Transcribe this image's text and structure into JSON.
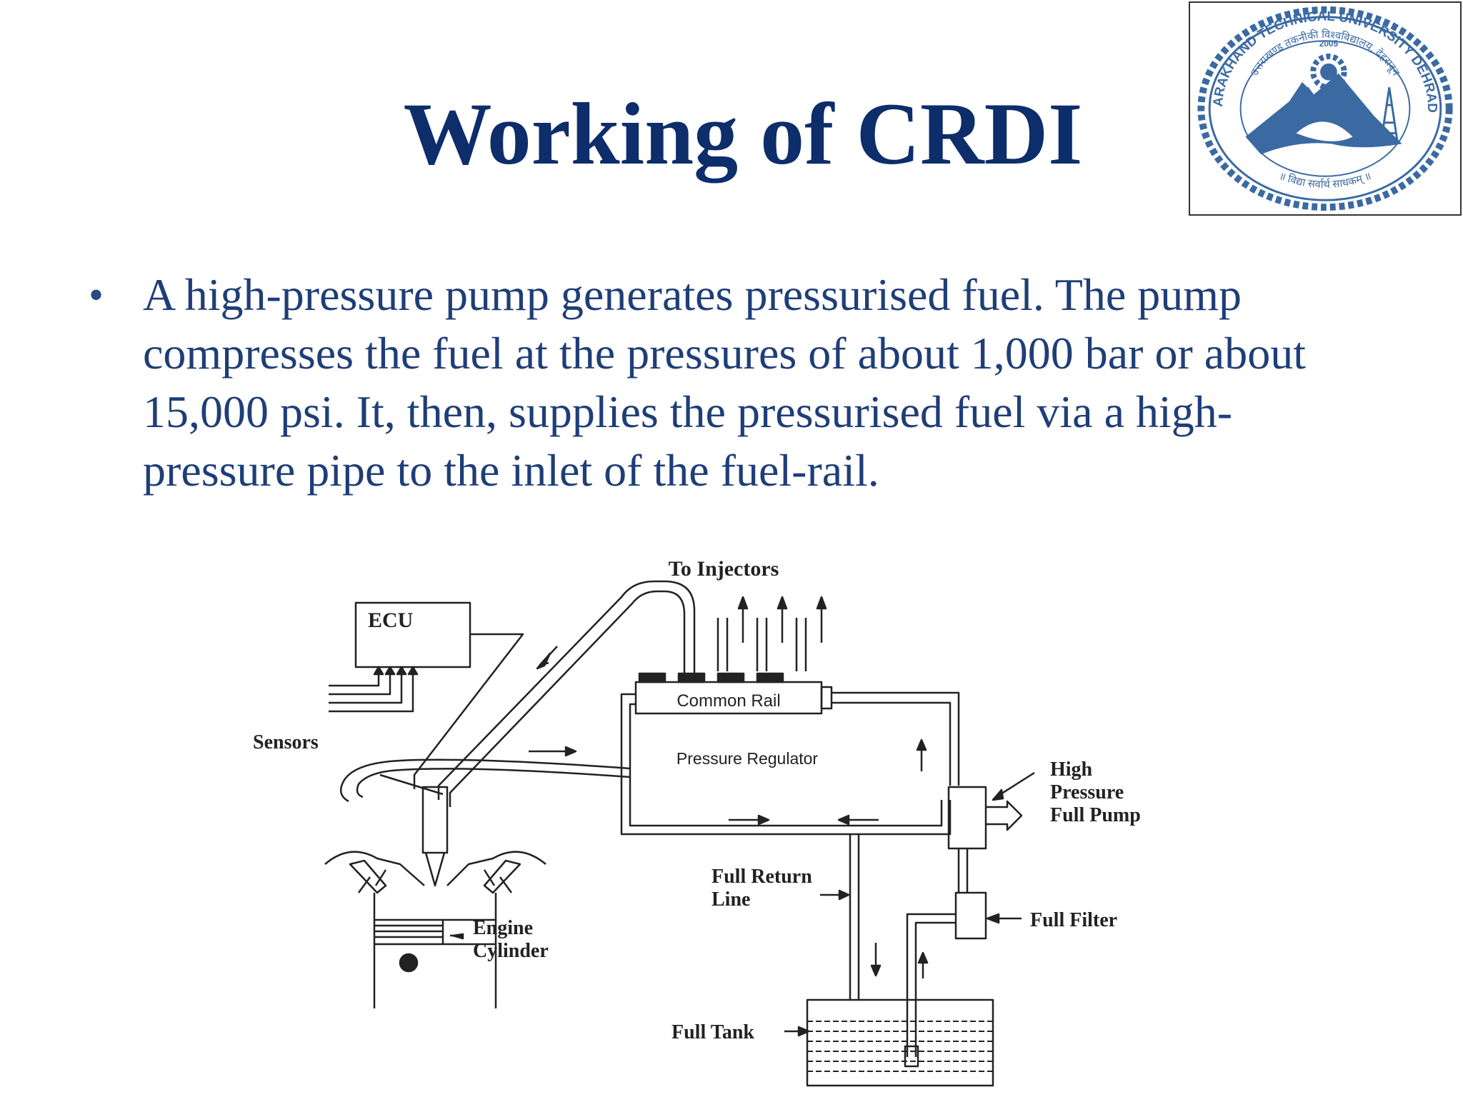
{
  "slide": {
    "title": "Working of CRDI",
    "bullets": [
      "A high-pressure pump generates pressurised fuel. The pump compresses the fuel at the pressures of about 1,000 bar or about 15,000 psi. It, then, supplies the pressurised fuel via a high-pressure pipe to the inlet of the fuel-rail."
    ],
    "bullet_symbol": "•"
  },
  "logo": {
    "arc_text": "UTTARAKHAND TECHNICAL UNIVERSITY DEHRADUN",
    "hindi_text": "उत्तराखण्ड तकनीकी विश्वविद्यालय, देहरादून",
    "year": "2005",
    "motto": "॥ विद्या सर्वार्थ साधकम् ॥",
    "icon": "university-emblem",
    "color": "#3b6aa3"
  },
  "diagram": {
    "labels": {
      "to_injectors": "To Injectors",
      "ecu": "ECU",
      "common_rail": "Common Rail",
      "pressure_regulator": "Pressure Regulator",
      "sensors": "Sensors",
      "high_pressure_pump_1": "High",
      "high_pressure_pump_2": "Pressure",
      "high_pressure_pump_3": "Full Pump",
      "return_line_1": "Full Return",
      "return_line_2": "Line",
      "engine_cylinder_1": "Engine",
      "engine_cylinder_2": "Cylinder",
      "fuel_filter": "Full Filter",
      "fuel_tank": "Full Tank"
    }
  }
}
